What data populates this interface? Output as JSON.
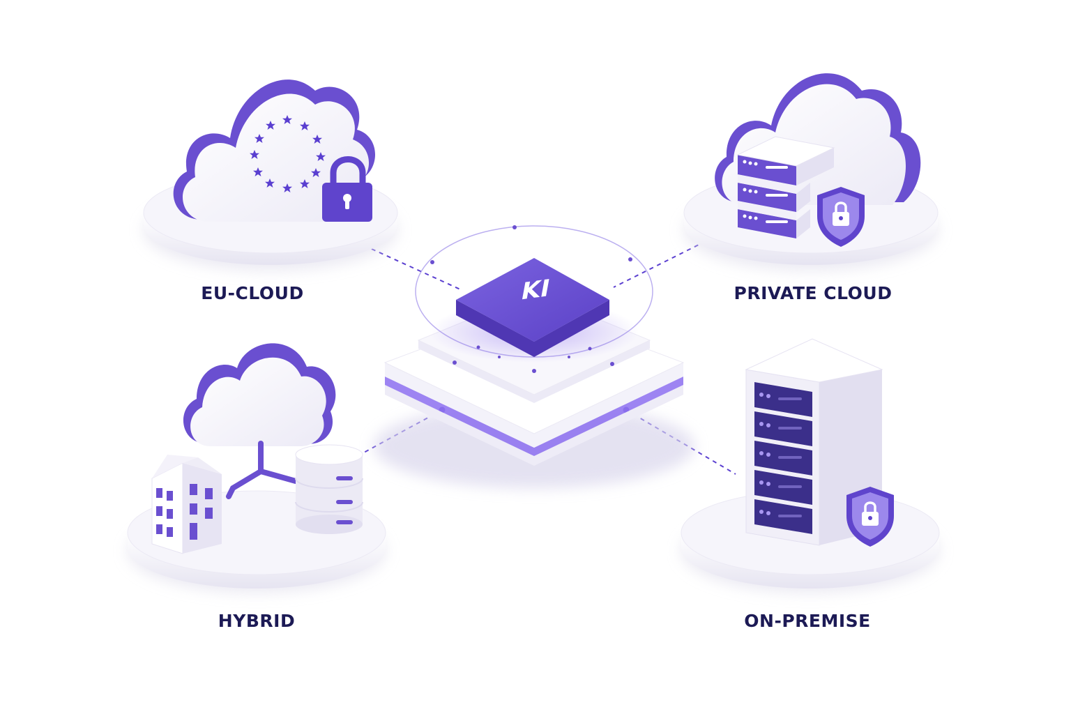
{
  "center": {
    "label": "KI"
  },
  "nodes": {
    "eu_cloud": {
      "label": "EU-CLOUD"
    },
    "private_cloud": {
      "label": "PRIVATE CLOUD"
    },
    "hybrid": {
      "label": "HYBRID"
    },
    "on_premise": {
      "label": "ON-PREMISE"
    }
  },
  "colors": {
    "accent": "#6a4fd0",
    "accent_dark": "#4f37b3",
    "label_text": "#1c1a55",
    "platform": "#f4f3fa"
  },
  "icons": {
    "eu_cloud": [
      "cloud-icon",
      "eu-stars-icon",
      "padlock-icon"
    ],
    "private_cloud": [
      "cloud-icon",
      "server-stack-icon",
      "shield-lock-icon"
    ],
    "hybrid": [
      "cloud-icon",
      "office-building-icon",
      "database-icon"
    ],
    "on_premise": [
      "server-rack-icon",
      "shield-lock-icon"
    ]
  }
}
